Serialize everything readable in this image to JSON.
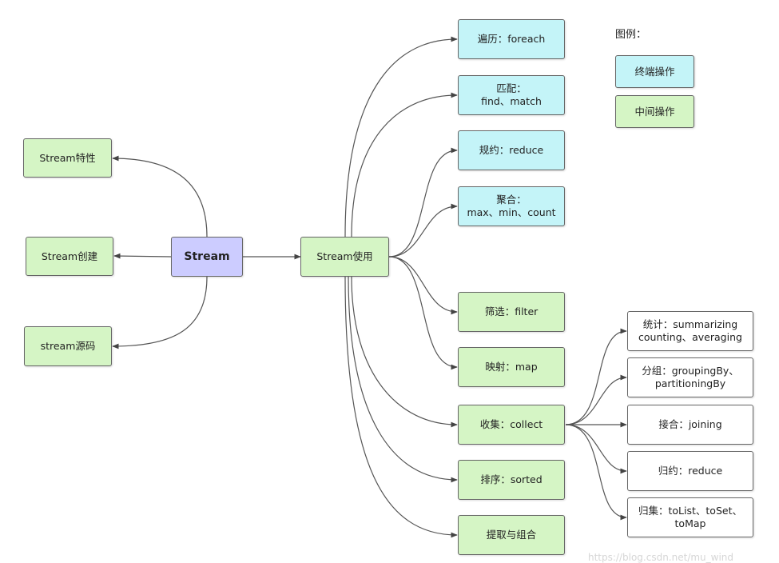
{
  "nodes": {
    "stream": "Stream",
    "features": "Stream特性",
    "create": "Stream创建",
    "source": "stream源码",
    "usage": "Stream使用",
    "foreach": "遍历：foreach",
    "match": "匹配：\nfind、match",
    "reduce": "规约：reduce",
    "aggregate": "聚合：\nmax、min、count",
    "filter": "筛选：filter",
    "map": "映射：map",
    "collect": "收集：collect",
    "sorted": "排序：sorted",
    "extract": "提取与组合",
    "stats": "统计：summarizing\ncounting、averaging",
    "grouping": "分组：groupingBy、\npartitioningBy",
    "joining": "接合：joining",
    "collect_reduce": "归约：reduce",
    "tolist": "归集：toList、toSet、\ntoMap"
  },
  "legend": {
    "title": "图例：",
    "terminal": "终端操作",
    "intermediate": "中间操作"
  },
  "colors": {
    "intermediate": "#d5f5c5",
    "terminal": "#c4f4f8",
    "root": "#ccccff",
    "leaf": "#ffffff",
    "line": "#555555"
  },
  "watermark": "https://blog.csdn.net/mu_wind"
}
